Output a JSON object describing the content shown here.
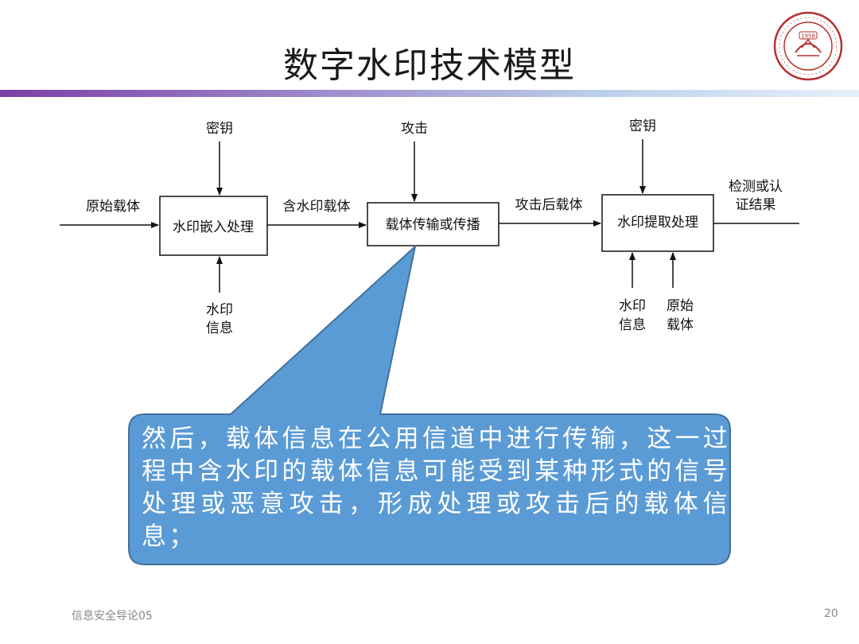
{
  "slide": {
    "title": "数字水印技术模型",
    "footer_left": "信息安全导论05",
    "page_number": "20",
    "logo_year": "1958"
  },
  "diagram": {
    "boxes": {
      "embed": "水印嵌入处理",
      "transmit": "载体传输或传播",
      "extract": "水印提取处理"
    },
    "labels": {
      "original_carrier_in": "原始载体",
      "watermarked_carrier": "含水印载体",
      "attacked_carrier": "攻击后载体",
      "key_embed": "密钥",
      "attack": "攻击",
      "key_extract": "密钥",
      "result_line1": "检测或认",
      "result_line2": "证结果",
      "wm_info_line1": "水印",
      "wm_info_line2": "信息",
      "wm_info2_line1": "水印",
      "wm_info2_line2": "信息",
      "orig_line1": "原始",
      "orig_line2": "载体"
    }
  },
  "callout": {
    "text": "然后，载体信息在公用信道中进行传输，这一过程中含水印的载体信息可能受到某种形式的信号处理或恶意攻击，形成处理或攻击后的载体信息；",
    "fill_color": "#5b9bd5",
    "border_color": "#41719c"
  },
  "colors": {
    "bar_start": "#7a3fa8",
    "logo_red": "#b5302a"
  }
}
